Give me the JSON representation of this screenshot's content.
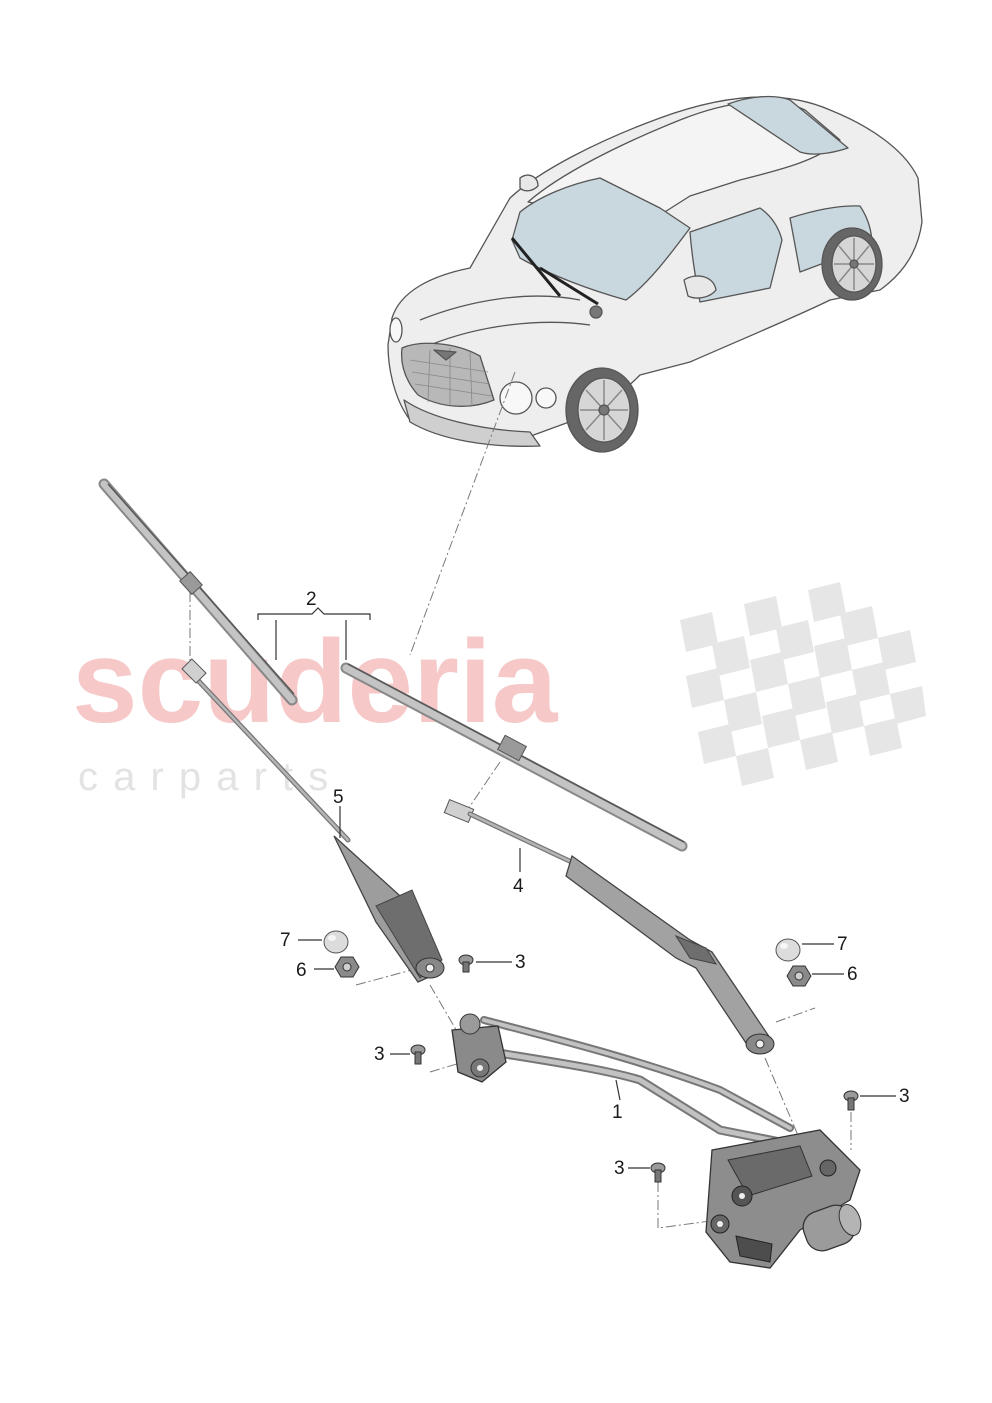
{
  "watermark": {
    "brand": "scuderia",
    "tagline": "c a r p a r t s"
  },
  "callouts": {
    "wiper_linkage": "1",
    "wiper_blade": "2",
    "screw": "3",
    "wiper_arm_right": "4",
    "wiper_arm_left": "5",
    "nut": "6",
    "cap": "7"
  },
  "colors": {
    "car_body": "#eeeeee",
    "car_glass": "#c9d7df",
    "part_gray": "#a9a9a9",
    "part_dark": "#5a5a5a",
    "motor_metal": "#8e8e8e",
    "watermark_red": "#f6c8c8",
    "watermark_gray": "#e3e3e3"
  }
}
